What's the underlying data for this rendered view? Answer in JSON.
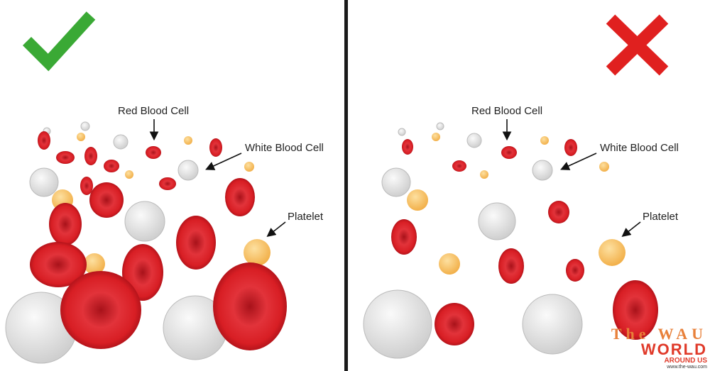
{
  "panels": [
    {
      "verdict": "correct",
      "icon": "checkmark-icon",
      "labels": {
        "red": "Red Blood Cell",
        "white": "White Blood Cell",
        "platelet": "Platelet"
      }
    },
    {
      "verdict": "incorrect",
      "icon": "x-mark-icon",
      "labels": {
        "red": "Red Blood Cell",
        "white": "White Blood Cell",
        "platelet": "Platelet"
      }
    }
  ],
  "watermark": {
    "line1": "The WAU",
    "line2": "WORLD",
    "line3": "AROUND US",
    "url": "www.the-wau.com"
  },
  "colors": {
    "check": "#3aa935",
    "cross": "#e0201f",
    "red_cell": "#d81e24",
    "white_cell": "#e4e4e4",
    "platelet": "#f6c060",
    "divider": "#1a1a1a"
  }
}
